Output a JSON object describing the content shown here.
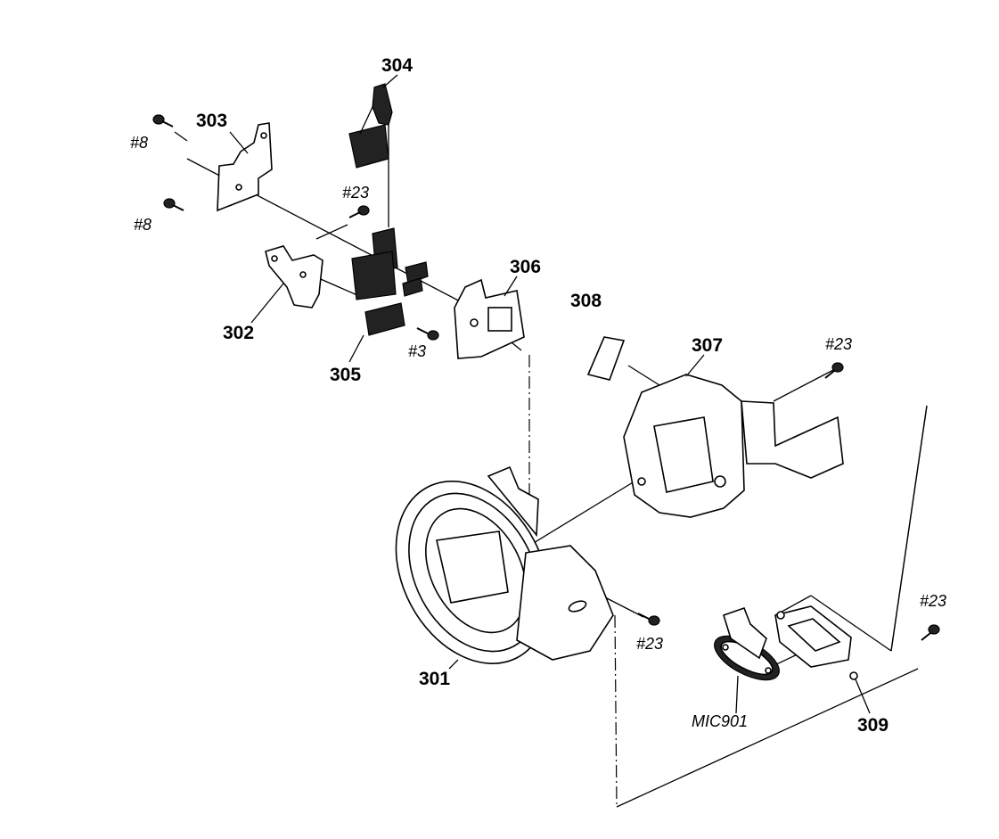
{
  "callouts": {
    "p301": "301",
    "p302": "302",
    "p303": "303",
    "p304": "304",
    "p305": "305",
    "p306": "306",
    "p307": "307",
    "p308": "308",
    "p309": "309",
    "screw8a": "#8",
    "screw8b": "#8",
    "screw23a": "#23",
    "screw23b": "#23",
    "screw23c": "#23",
    "screw23d": "#23",
    "screw3": "#3",
    "mic": "MIC901"
  }
}
